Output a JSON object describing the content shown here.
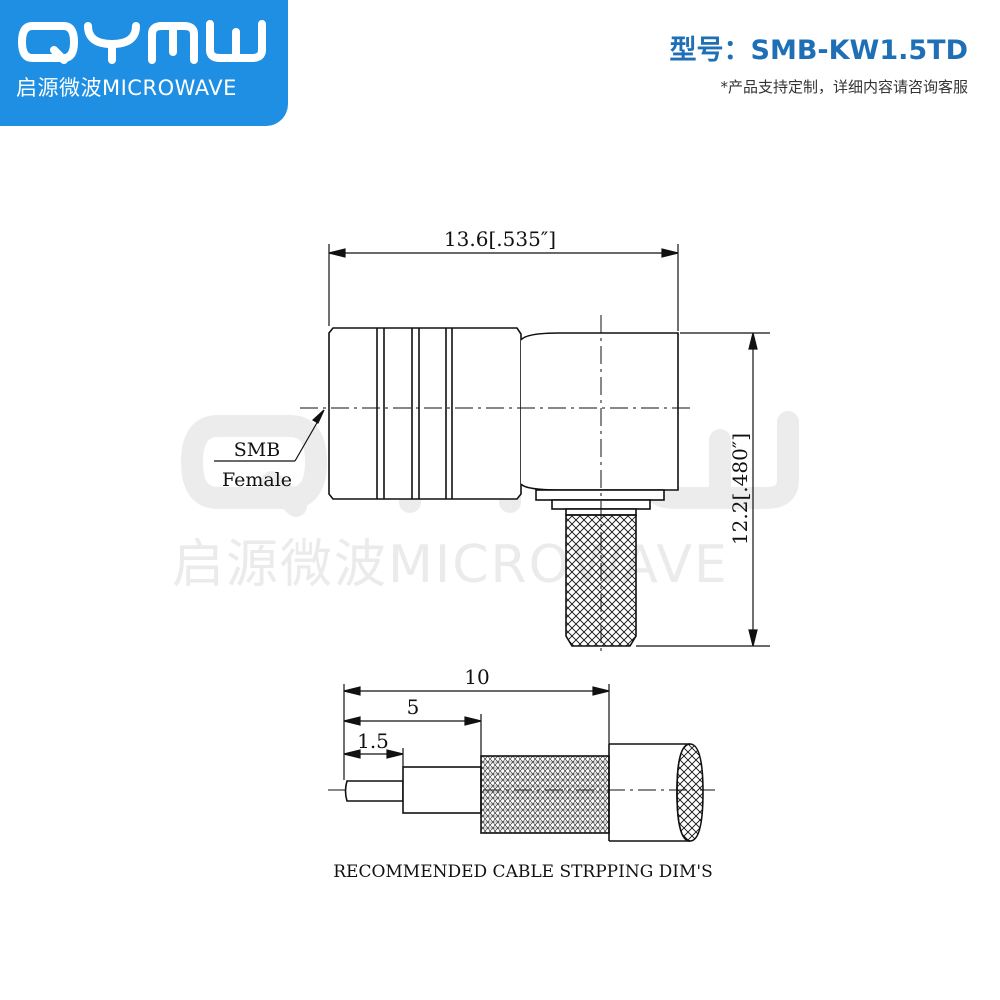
{
  "brand": {
    "logo_text": "QYMW",
    "subtitle": "启源微波MICROWAVE",
    "primary_color": "#1f8fe3"
  },
  "header": {
    "model": "型号：SMB-KW1.5TD",
    "note": "*产品支持定制，详细内容请咨询客服"
  },
  "watermark": {
    "subtitle": "启源微波MICROWAVE"
  },
  "drawing": {
    "width_dim": "13.6[.535″]",
    "height_dim": "12.2[.480″]",
    "label_line1": "SMB",
    "label_line2": "Female",
    "strip_dim_total": "10",
    "strip_dim_mid": "5",
    "strip_dim_pin": "1.5",
    "strip_caption": "RECOMMENDED CABLE STRPPING DIM'S"
  }
}
